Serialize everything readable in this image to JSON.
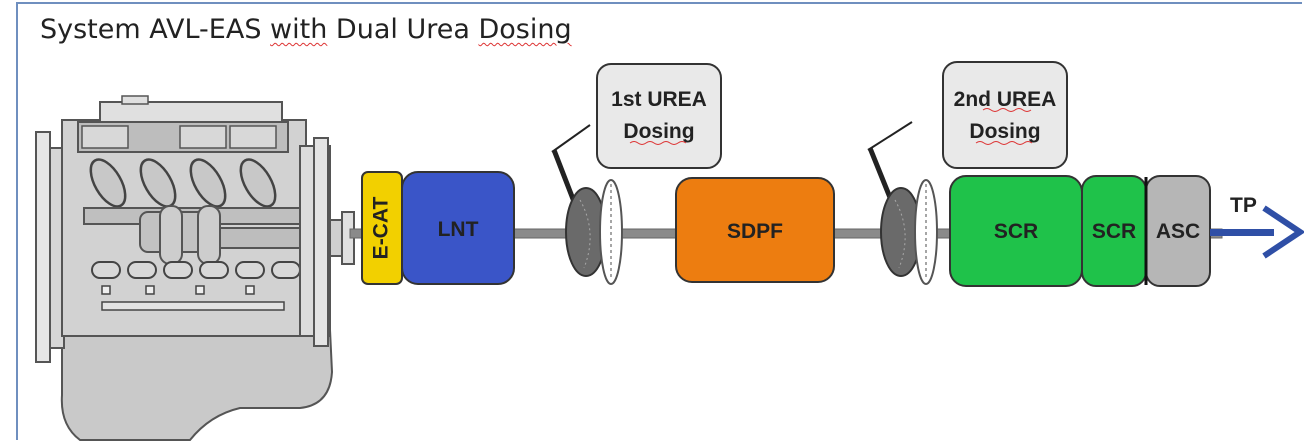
{
  "title": {
    "prefix": "System AVL-EAS ",
    "w1": "with",
    "mid": " Dual Urea ",
    "w2": "Dosing"
  },
  "components": {
    "ecat": "E-CAT",
    "lnt": "LNT",
    "sdpf": "SDPF",
    "scr1": "SCR",
    "scr2": "SCR",
    "asc": "ASC"
  },
  "callouts": {
    "first_line1": "1st UREA",
    "first_line2": "Dosing",
    "second_line1": "2nd UREA",
    "second_line2": "Dosing"
  },
  "outlet_label": "TP",
  "colors": {
    "ecat": "#f2d000",
    "lnt": "#3a55c8",
    "sdpf": "#ed7d10",
    "scr": "#1fc24a",
    "asc": "#b6b6b6",
    "arrow": "#2f4fa6",
    "pipe": "#8a8a8a"
  }
}
